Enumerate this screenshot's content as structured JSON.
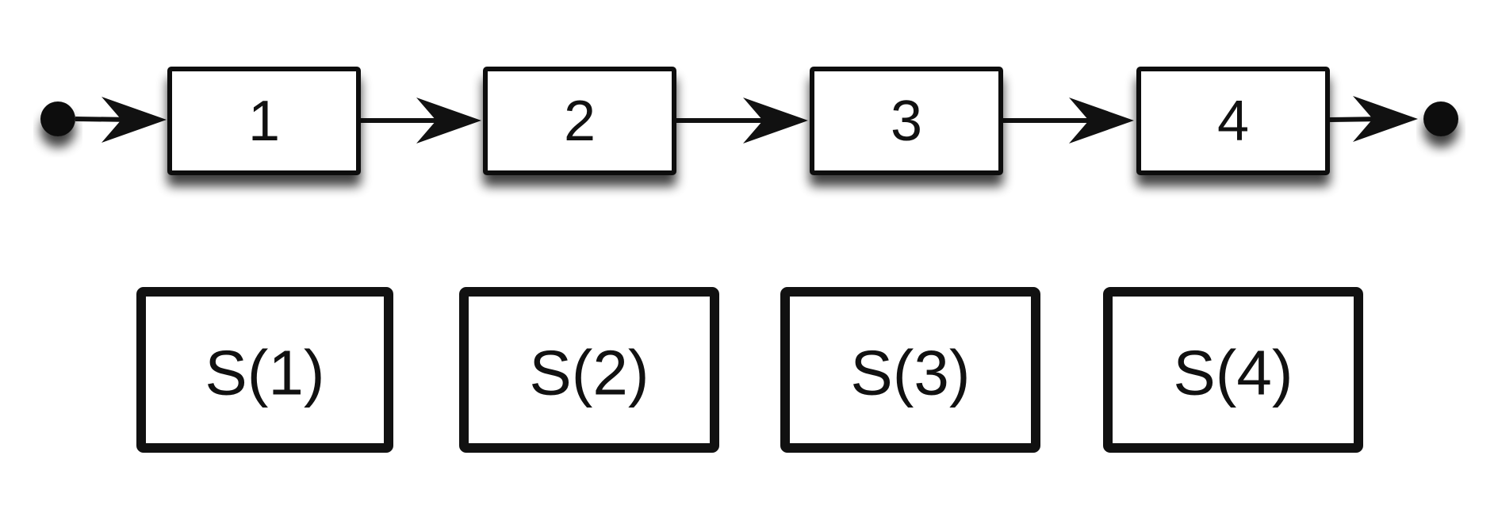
{
  "diagram": {
    "type": "linear-flow",
    "nodes": [
      {
        "id": "n1",
        "label": "1"
      },
      {
        "id": "n2",
        "label": "2"
      },
      {
        "id": "n3",
        "label": "3"
      },
      {
        "id": "n4",
        "label": "4"
      }
    ],
    "states": [
      {
        "id": "s1",
        "label": "S(1)"
      },
      {
        "id": "s2",
        "label": "S(2)"
      },
      {
        "id": "s3",
        "label": "S(3)"
      },
      {
        "id": "s4",
        "label": "S(4)"
      }
    ],
    "edges": [
      {
        "from": "start",
        "to": "n1"
      },
      {
        "from": "n1",
        "to": "n2"
      },
      {
        "from": "n2",
        "to": "n3"
      },
      {
        "from": "n3",
        "to": "n4"
      },
      {
        "from": "n4",
        "to": "end"
      }
    ],
    "colors": {
      "stroke": "#111111",
      "fill": "#ffffff",
      "shadow": "#000000"
    }
  }
}
